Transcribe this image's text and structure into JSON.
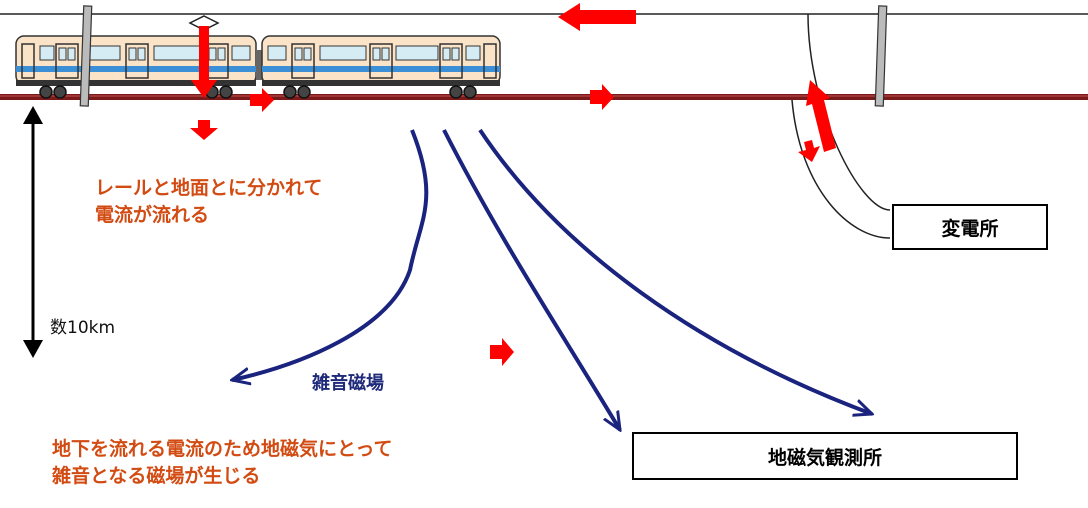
{
  "labels": {
    "current_split_line1": "レールと地面とに分かれて",
    "current_split_line2": "電流が流れる",
    "distance": "数10km",
    "noise_field": "雑音磁場",
    "explanation_line1": "地下を流れる電流のため地磁気にとって",
    "explanation_line2": "雑音となる磁場が生じる",
    "substation": "変電所",
    "observatory": "地磁気観測所"
  },
  "colors": {
    "rail": "#7a1a1a",
    "current_arrow": "#ff0000",
    "field_line": "#1a237e",
    "train_stripe": "#3a8fd6",
    "train_body": "#fbe3c8",
    "text_orange": "#d24b12"
  }
}
